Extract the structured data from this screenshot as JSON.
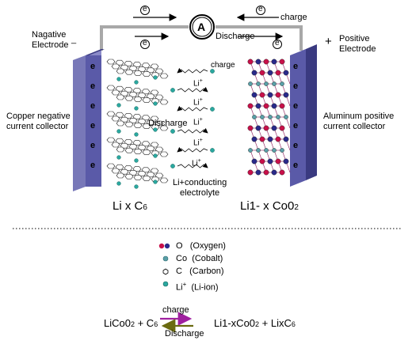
{
  "diagram": {
    "ammeter_symbol": "A",
    "electron_symbol": "e",
    "electrode_electron_symbol": "e",
    "labels": {
      "negative_electrode": [
        "Nagative",
        "Electrode"
      ],
      "negative_sign": "_",
      "positive_electrode": [
        "Positive",
        "Electrode"
      ],
      "positive_sign": "+",
      "copper_collector": [
        "Copper negative",
        "current collector"
      ],
      "aluminum_collector": [
        "Aluminum positive",
        "current collector"
      ],
      "charge_top": "charge",
      "discharge_top": "Discharge",
      "charge_mid": "charge",
      "discharge_mid": "Discharge",
      "li_ion": "Li",
      "li_ion_sup": "+",
      "electrolyte": [
        "Li+conducting",
        "electrolyte"
      ],
      "anode_formula": "Li x C",
      "anode_formula_sub": "6",
      "cathode_formula": "Li1- x Co0",
      "cathode_formula_sub": "2"
    },
    "colors": {
      "wire": "#a8a8a8",
      "collector": "#5a5aa8",
      "collector_light": "#8a8ac8",
      "oxygen": "#2a2a8a",
      "cobalt": "#5aa0a8",
      "li_ion": "#2aa8a0",
      "cathode_red": "#c8104a",
      "charge_arrow": "#a020a0",
      "discharge_arrow": "#6a6a10"
    }
  },
  "legend": {
    "items": [
      {
        "symbol": "O",
        "label": "(Oxygen)"
      },
      {
        "symbol": "Co",
        "label": "(Cobalt)"
      },
      {
        "symbol": "C",
        "label": "(Carbon)"
      },
      {
        "symbol": "Li",
        "sup": "+",
        "label": "(Li-ion)"
      }
    ]
  },
  "equation": {
    "left": "LiCo0",
    "left_sub": "2",
    "left_plus": " + C",
    "left_sub2": "6",
    "right": "Li1-xCo0",
    "right_sub": "2",
    "right_rest": " + LixC",
    "right_sub2": "6",
    "charge_label": "charge",
    "discharge_label": "Discharge"
  }
}
